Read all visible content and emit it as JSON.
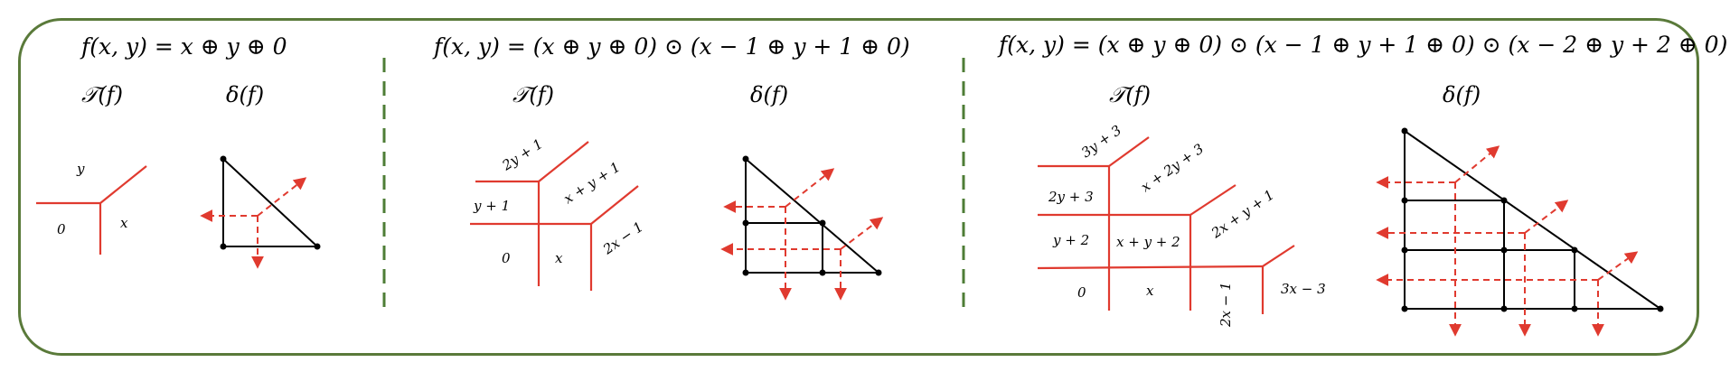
{
  "colors": {
    "frame": "#5a7a3a",
    "separator": "#4e7d36",
    "tropical": "#e03a2f",
    "dual": "#000000"
  },
  "panels": [
    {
      "formula": "f(x, y) = x ⊕ y ⊕ 0",
      "tropical_heading": "𝒯(f)",
      "dual_heading": "δ(f)",
      "region_labels": [
        "y",
        "0",
        "x"
      ]
    },
    {
      "formula": "f(x, y) = (x ⊕ y ⊕ 0) ⊙ (x − 1 ⊕ y + 1 ⊕ 0)",
      "tropical_heading": "𝒯(f)",
      "dual_heading": "δ(f)",
      "region_labels": [
        "2y + 1",
        "x + y + 1",
        "y + 1",
        "0",
        "x",
        "2x − 1"
      ]
    },
    {
      "formula": "f(x, y) = (x ⊕ y ⊕ 0) ⊙ (x − 1 ⊕ y + 1 ⊕ 0) ⊙ (x − 2 ⊕ y + 2 ⊕ 0)",
      "tropical_heading": "𝒯(f)",
      "dual_heading": "δ(f)",
      "region_labels": [
        "3y + 3",
        "x + 2y + 3",
        "2y + 3",
        "x + y + 2",
        "2x + y + 1",
        "y + 2",
        "0",
        "x",
        "2x − 1",
        "3x − 3"
      ]
    }
  ]
}
